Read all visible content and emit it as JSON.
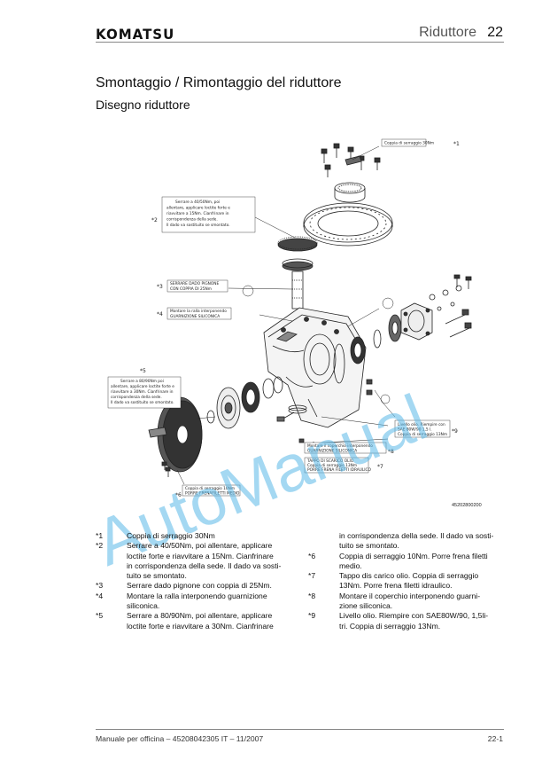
{
  "header": {
    "logo": "KOMATSU",
    "title": "Riduttore",
    "page_number": "22"
  },
  "section_title": "Smontaggio / Rimontaggio del riduttore",
  "subsection_title": "Disegno riduttore",
  "drawing": {
    "code": "45202800200",
    "callouts": {
      "c1": {
        "num": "*1",
        "lines": [
          "Coppia di serraggio 30Nm"
        ]
      },
      "c2": {
        "num": "*2",
        "lines": [
          "Serrare a 40/50Nm, poi",
          "allentare, applicare loctite forte e",
          "riavvitare a 15Nm. Cianfrinare in",
          "corrispondenza della sede.",
          "Il dado va sostituito se smontato."
        ]
      },
      "c3": {
        "num": "*3",
        "lines": [
          "SERRARE DADO PIGNONE",
          "CON COPPIA DI 25Nm"
        ]
      },
      "c4": {
        "num": "*4",
        "lines": [
          "Montare la ralla interponendo",
          "GUARNIZIONE SILICONICA"
        ]
      },
      "c5": {
        "num": "*5",
        "lines": [
          "Serrare a 80/90Nm poi",
          "allentare, applicare loctite forte e",
          "riavvitare a 30Nm. Cianfrinare in",
          "corrispondenza della sede.",
          "Il dado va sostituito se smontato."
        ]
      },
      "c6": {
        "num": "*6",
        "lines": [
          "Coppia di serraggio 10Nm",
          "PORRE FRENAFILETTI MEDIO"
        ]
      },
      "c7": {
        "num": "*7",
        "lines": [
          "TAPPO DI SCARICO OLIO",
          "Coppia di serraggio 13Nm",
          "PORRE FRENA FILETTI IDRAULICO"
        ]
      },
      "c8": {
        "num": "*8",
        "lines": [
          "Montare il coperchio interponendo",
          "GUARNIZIONE SILICONICA"
        ]
      },
      "c9": {
        "num": "*9",
        "lines": [
          "Livello olio. Riempire con",
          "SAE 80W/90 1,5 l.",
          "Coppia di serraggio 13Nm"
        ]
      }
    }
  },
  "watermark": "AutoManual",
  "notes_left": [
    {
      "num": "*1",
      "lines": [
        "Coppia di serraggio 30Nm"
      ]
    },
    {
      "num": "*2",
      "lines": [
        "Serrare a 40/50Nm, poi allentare, applicare",
        "loctite forte e riavvitare a 15Nm. Cianfrinare",
        "in corrispondenza della sede. Il dado va sosti-",
        "tuito se smontato."
      ]
    },
    {
      "num": "*3",
      "lines": [
        "Serrare dado pignone con coppia di 25Nm."
      ]
    },
    {
      "num": "*4",
      "lines": [
        "Montare la ralla interponendo guarnizione",
        "siliconica."
      ]
    },
    {
      "num": "*5",
      "lines": [
        "Serrare a 80/90Nm, poi allentare, applicare",
        "loctite forte e riavvitare a 30Nm. Cianfrinare"
      ]
    }
  ],
  "notes_right_continuation": [
    "in corrispondenza della sede. Il dado va sosti-",
    "tuito se smontato."
  ],
  "notes_right": [
    {
      "num": "*6",
      "lines": [
        "Coppia di serraggio 10Nm. Porre frena filetti",
        "medio."
      ]
    },
    {
      "num": "*7",
      "lines": [
        "Tappo dis carico olio. Coppia di serraggio",
        "13Nm. Porre frena filetti idraulico."
      ]
    },
    {
      "num": "*8",
      "lines": [
        "Montare il coperchio interponendo guarni-",
        "zione siliconica."
      ]
    },
    {
      "num": "*9",
      "lines": [
        "Livello olio. Riempire con SAE80W/90, 1,5li-",
        "tri. Coppia di serraggio 13Nm."
      ]
    }
  ],
  "footer": {
    "left": "Manuale per officina – 45208042305 IT – 11/2007",
    "right": "22-1"
  }
}
